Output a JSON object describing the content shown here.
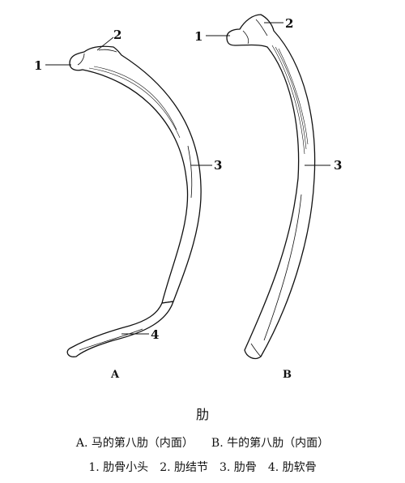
{
  "figure": {
    "rib_a": {
      "panel_label": "A",
      "callouts": {
        "head": "1",
        "tubercle": "2",
        "body": "3",
        "cartilage": "4"
      }
    },
    "rib_b": {
      "panel_label": "B",
      "callouts": {
        "head": "1",
        "tubercle": "2",
        "body": "3"
      }
    }
  },
  "caption": {
    "title": "肋",
    "panels": {
      "a": "A. 马的第八肋（内面）",
      "b": "B. 牛的第八肋（内面）"
    },
    "legend": {
      "item1": "1. 肋骨小头",
      "item2": "2. 肋结节",
      "item3": "3. 肋骨",
      "item4": "4. 肋软骨"
    }
  }
}
